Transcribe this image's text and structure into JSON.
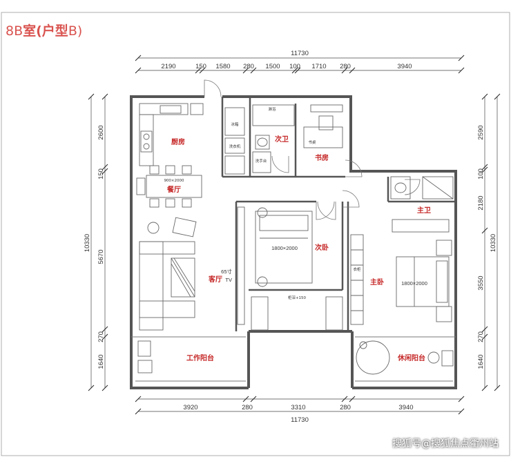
{
  "title": {
    "prefix": "8B",
    "main": "室(户型",
    "suffix": "B)"
  },
  "watermark": "搜狐号@搜狐焦点衢州站",
  "colors": {
    "title": "#d9534f",
    "room_label": "#c62828",
    "wall": "#555555"
  },
  "rooms": {
    "kitchen": "厨房",
    "dining": "餐厅",
    "living": "客厅",
    "second_bath": "次卫",
    "study": "书房",
    "second_bedroom": "次卧",
    "master_bath": "主卫",
    "master_bedroom": "主卧",
    "work_balcony": "工作阳台",
    "leisure_balcony": "休闲阳台"
  },
  "dims": {
    "total_top": "11730",
    "total_bottom": "11730",
    "top_row": [
      "2190",
      "150",
      "1580",
      "280",
      "1500",
      "100",
      "1710",
      "280",
      "3940"
    ],
    "bottom_row": [
      "3920",
      "280",
      "3310",
      "280",
      "3940"
    ],
    "left_total": "10330",
    "left_col": [
      "2600",
      "150",
      "5670",
      "270",
      "1640"
    ],
    "right_total": "10330",
    "right_col": [
      "2590",
      "100",
      "2180",
      "3550",
      "270",
      "1640"
    ]
  },
  "labels": {
    "dining_table": "900×2000",
    "second_bed": "1800×2000",
    "master_bed": "1800×2000",
    "tv_width": "65寸",
    "tv": "TV",
    "cabinet_depth": "柜深+150",
    "fridge": "冰箱",
    "study_desk": "书桌",
    "washer": "洗衣机",
    "shower": "淋浴",
    "vanity": "洗手台",
    "wardrobe": "衣柜"
  }
}
